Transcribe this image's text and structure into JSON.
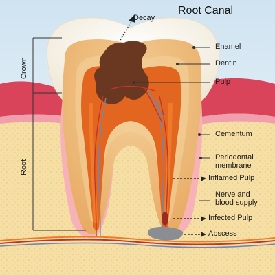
{
  "title": "Root Canal",
  "zones": {
    "crown": "Crown",
    "root": "Root"
  },
  "labels": {
    "decay": "Decay",
    "enamel": "Enamel",
    "dentin": "Dentin",
    "pulp": "Pulp",
    "cementum": "Cementum",
    "periodontal_line1": "Periodontal",
    "periodontal_line2": "membrane",
    "inflamed_pulp": "Inflamed Pulp",
    "nerve_line1": "Nerve and",
    "nerve_line2": "blood supply",
    "infected_pulp": "Infected Pulp",
    "abscess": "Abscess"
  },
  "colors": {
    "sky_top": "#cfe3f1",
    "sky_bottom": "#f7fbfd",
    "gum": "#d9445a",
    "gum_light": "#f0a0ac",
    "bone": "#f6dfa5",
    "bone_dot": "#e9c983",
    "enamel": "#fbf6ea",
    "dentin": "#f0c486",
    "dentin_dark": "#e9a962",
    "pulp": "#e2661f",
    "pulp_root": "#ee7a2a",
    "cementum": "#f7b2b7",
    "decay": "#6a3720",
    "nerve_red": "#c0352b",
    "nerve_blue": "#6f86b5",
    "abscess": "#8a8d92",
    "leader": "#333333"
  }
}
